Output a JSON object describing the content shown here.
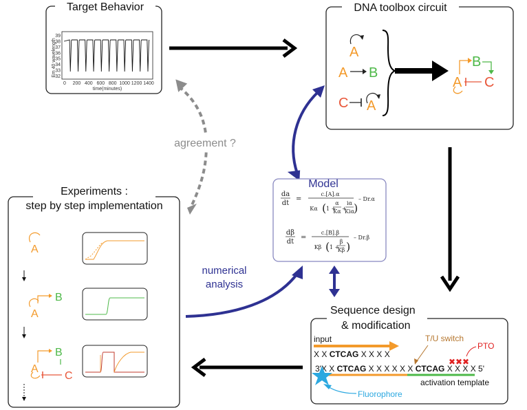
{
  "colors": {
    "orange": "#F39A2B",
    "green": "#4DB848",
    "red": "#E8573A",
    "navy": "#2E3192",
    "gray": "#8C8C8C",
    "cyan": "#2BA8E0",
    "brown": "#B5762E",
    "pto": "#E02020"
  },
  "target": {
    "title": "Target Behavior",
    "ylabel": "Em 40 wavelength",
    "xlabel": "time(minutes)",
    "yticks": [
      "39",
      "38",
      "37",
      "36",
      "35",
      "34",
      "33",
      "32"
    ],
    "xticks": [
      "0",
      "200",
      "400",
      "600",
      "800",
      "1000",
      "1200",
      "1400"
    ]
  },
  "toolbox": {
    "title": "DNA toolbox circuit",
    "a1": "A",
    "a2": "A",
    "b": "B",
    "c": "C",
    "a3": "A",
    "out_a": "A",
    "out_b": "B",
    "out_c": "C"
  },
  "agreement": "agreement ?",
  "model": {
    "title": "Model",
    "eq1_lhs_num": "da",
    "eq1_lhs_den": "dt",
    "eq1_num": "c.[A].α",
    "eq1_den_k": "Kα",
    "eq1_frac1_num": "α",
    "eq1_frac1_den": "Kα",
    "eq1_frac2_num": "iα",
    "eq1_frac2_den": "Kiα",
    "eq1_tail": "– Dr.α",
    "eq2_lhs_num": "dβ",
    "eq2_lhs_den": "dt",
    "eq2_num": "c.[B].β",
    "eq2_den_k": "Kβ",
    "eq2_frac_num": "β",
    "eq2_frac_den": "Kβ",
    "eq2_tail": "– Dr.β",
    "one_plus": "1 +",
    "plus": "+"
  },
  "experiments": {
    "title1": "Experiments :",
    "title2": "step by step implementation",
    "s1_a": "A",
    "s2_a": "A",
    "s2_b": "B",
    "s3_a": "A",
    "s3_b": "B",
    "s3_c": "C"
  },
  "numerical": {
    "line1": "numerical",
    "line2": "analysis"
  },
  "sequence": {
    "title1": "Sequence design",
    "title2": "& modification",
    "input": "input",
    "top_x1": "X X ",
    "top_core": "CTCAG",
    "top_x2": " X X X X",
    "tu_switch": "T/U switch",
    "pto": "PTO",
    "bot_x1": "3'X X ",
    "bot_core1": "CTCAG",
    "bot_x2": " X X X X X X ",
    "bot_core2": "CTCAG",
    "bot_x3": " X X X X 5'",
    "activation": "activation template",
    "fluorophore": "Fluorophore"
  }
}
